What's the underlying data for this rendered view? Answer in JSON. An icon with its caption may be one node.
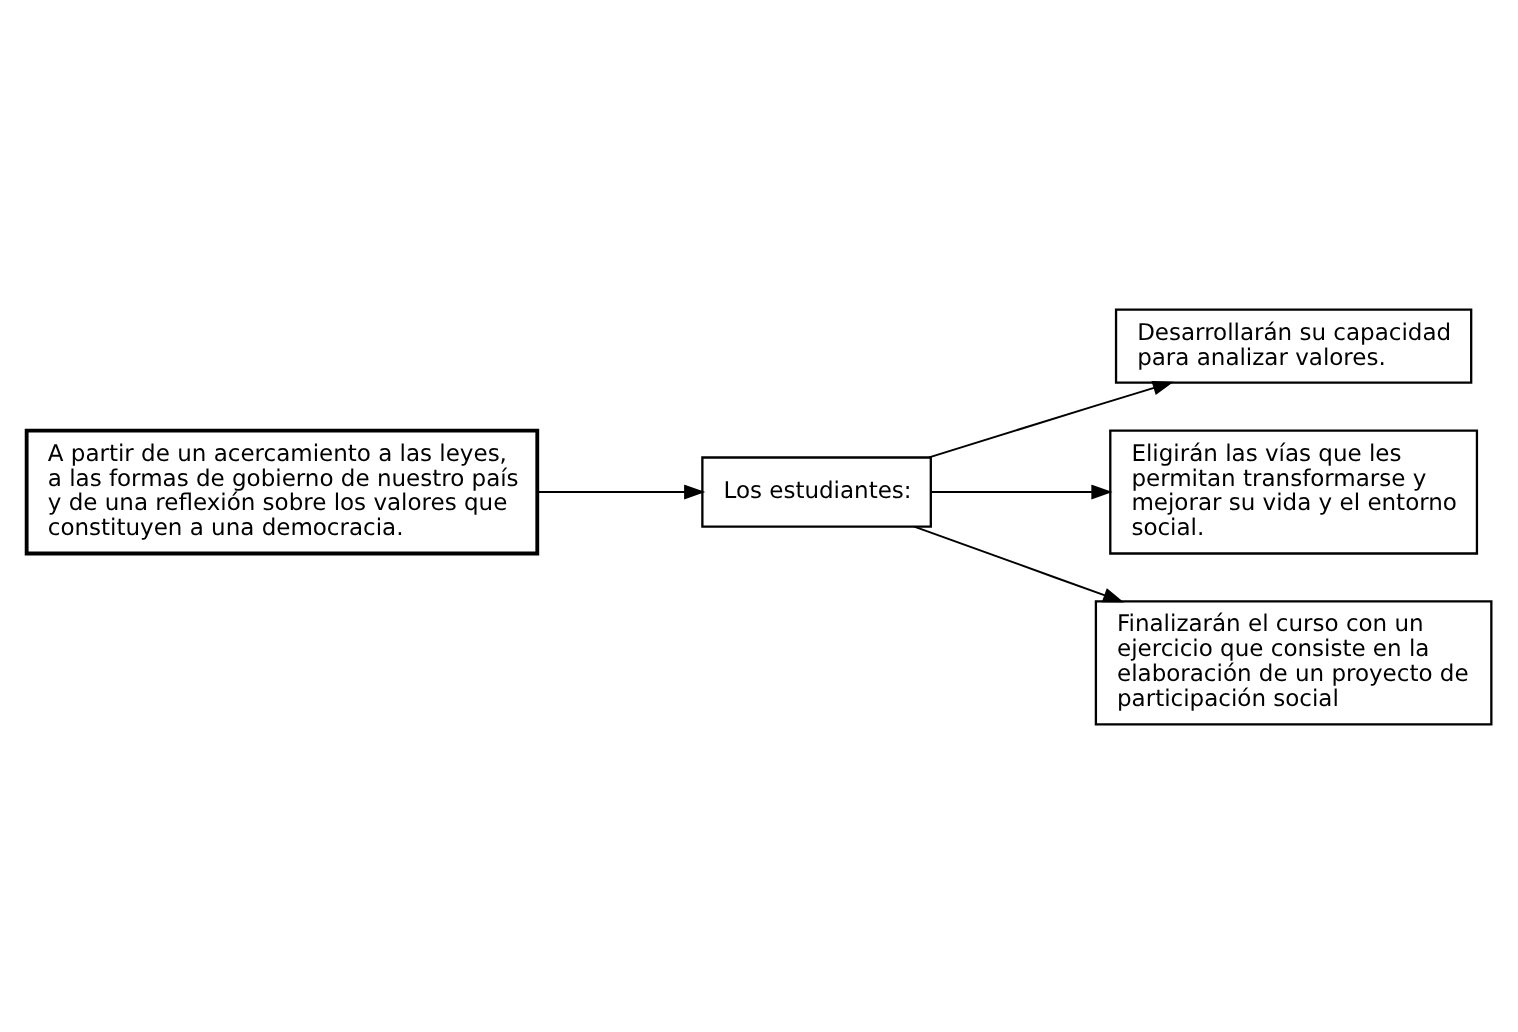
{
  "diagram": {
    "nodes": [
      {
        "text": [
          "A partir de un acercamiento a las leyes, a las formas de gobierno de nuestro país y de una reflexión sobre los valores que constituyen a una democracia."
        ]
      },
      {
        "text": [
          "Los estudiantes:"
        ]
      },
      {
        "text": [
          "Desarrollarán su capacidad para analizar valores."
        ]
      },
      {
        "text": [
          "Eligirán las vías que les permitan transformarse y mejorar su vida y el entorno social."
        ]
      },
      {
        "text": [
          "Finalizarán el curso con un ejercicio que consiste en la elaboración de un proyecto de participación social"
        ]
      }
    ],
    "edges": [
      {
        "from": 0,
        "to": 1,
        "arrow": "to"
      },
      {
        "from": 1,
        "to": 2,
        "arrow": "to"
      },
      {
        "from": 1,
        "to": 3,
        "arrow": "to"
      },
      {
        "from": 1,
        "to": 4,
        "arrow": "to"
      }
    ]
  }
}
